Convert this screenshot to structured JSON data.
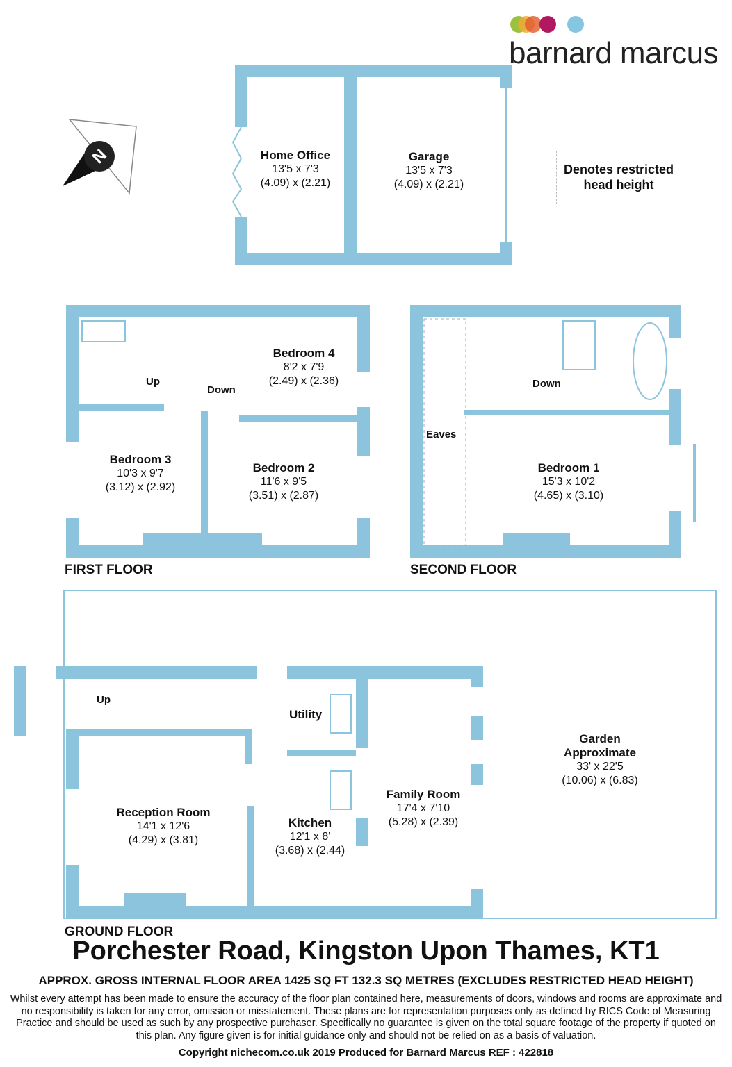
{
  "brand": {
    "name": "barnard marcus",
    "dot_colors": [
      "#9bc23c",
      "#f0a93a",
      "#e05a2b",
      "#b0185f",
      "#87c6e0"
    ]
  },
  "wall_color": "#8cc4de",
  "legend": {
    "text_line1": "Denotes restricted",
    "text_line2": "head height"
  },
  "outbuilding": {
    "rooms": [
      {
        "name": "Home Office",
        "imperial": "13'5 x 7'3",
        "metric": "(4.09) x (2.21)"
      },
      {
        "name": "Garage",
        "imperial": "13'5 x 7'3",
        "metric": "(4.09) x (2.21)"
      }
    ]
  },
  "first_floor": {
    "label": "FIRST FLOOR",
    "rooms": [
      {
        "name": "Bedroom 4",
        "imperial": "8'2 x 7'9",
        "metric": "(2.49) x (2.36)"
      },
      {
        "name": "Bedroom 3",
        "imperial": "10'3 x 9'7",
        "metric": "(3.12) x (2.92)"
      },
      {
        "name": "Bedroom 2",
        "imperial": "11'6 x 9'5",
        "metric": "(3.51) x (2.87)"
      }
    ],
    "up": "Up",
    "down": "Down"
  },
  "second_floor": {
    "label": "SECOND FLOOR",
    "rooms": [
      {
        "name": "Bedroom 1",
        "imperial": "15'3 x 10'2",
        "metric": "(4.65) x (3.10)"
      }
    ],
    "down": "Down",
    "eaves": "Eaves"
  },
  "ground_floor": {
    "label": "GROUND FLOOR",
    "rooms": [
      {
        "name": "Reception Room",
        "imperial": "14'1 x 12'6",
        "metric": "(4.29) x (3.81)"
      },
      {
        "name": "Kitchen",
        "imperial": "12'1 x 8'",
        "metric": "(3.68) x (2.44)"
      },
      {
        "name": "Family Room",
        "imperial": "17'4 x 7'10",
        "metric": "(5.28) x (2.39)"
      },
      {
        "name": "Garden Approximate",
        "name_line1": "Garden",
        "name_line2": "Approximate",
        "imperial": "33' x 22'5",
        "metric": "(10.06) x (6.83)"
      }
    ],
    "up": "Up",
    "utility": "Utility"
  },
  "footer": {
    "title": "Porchester Road, Kingston Upon Thames, KT1",
    "area": "APPROX. GROSS INTERNAL FLOOR AREA 1425 SQ FT 132.3 SQ METRES (EXCLUDES RESTRICTED HEAD HEIGHT)",
    "disclaimer": "Whilst every attempt has been made to ensure the accuracy of the floor plan contained here, measurements of doors, windows and rooms are approximate and no responsibility is taken for any error, omission or misstatement. These plans are for representation purposes only as defined by RICS Code of Measuring Practice and should be used as such by any prospective purchaser.  Specifically no guarantee is given on the total square footage of the property if quoted on this plan. Any figure given is for initial guidance only and should not be relied on as a basis of valuation.",
    "copyright": "Copyright nichecom.co.uk 2019    Produced for Barnard Marcus   REF : 422818"
  }
}
